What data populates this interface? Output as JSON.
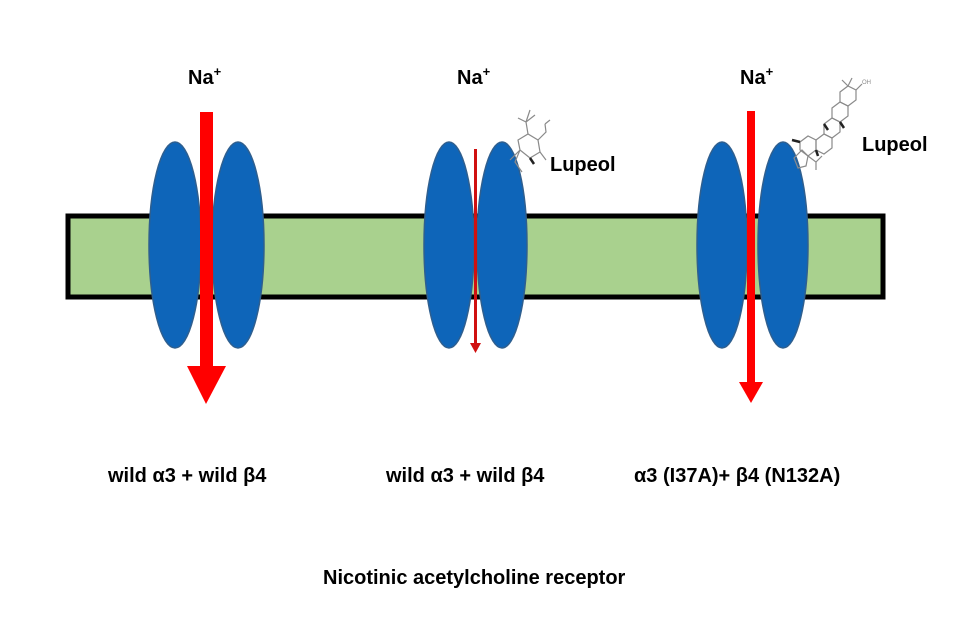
{
  "diagram": {
    "title": "Nicotinic acetylcholine receptor",
    "colors": {
      "membrane_fill": "#a9d18e",
      "membrane_border": "#000000",
      "subunit_fill": "#0e65b9",
      "subunit_border": "#2f5f8f",
      "arrow": "#ff0000",
      "arrow_inhibited": "#d01010",
      "molecule_lines": "#8a8a8a"
    },
    "channels": [
      {
        "ion_label": "Na",
        "ion_charge": "+",
        "condition_label": "wild α3 + wild β4",
        "ligand_label": "",
        "ion_flow": "large"
      },
      {
        "ion_label": "Na",
        "ion_charge": "+",
        "condition_label": "wild α3 + wild β4",
        "ligand_label": "Lupeol",
        "ion_flow": "small"
      },
      {
        "ion_label": "Na",
        "ion_charge": "+",
        "condition_label": "α3 (I37A)+ β4 (N132A)",
        "ligand_label": "Lupeol",
        "ion_flow": "medium"
      }
    ]
  }
}
